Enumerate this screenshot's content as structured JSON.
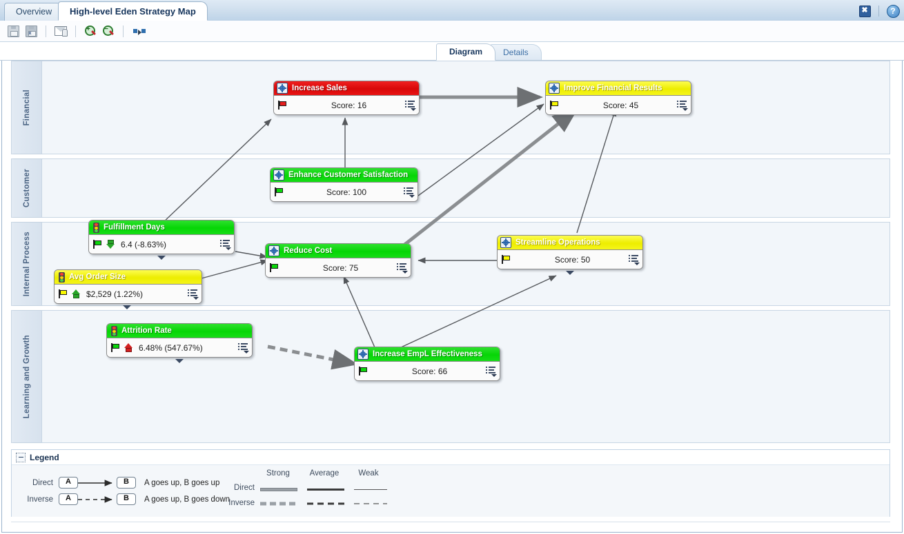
{
  "window": {
    "close_label": "✖",
    "help_label": "?"
  },
  "tabs": [
    {
      "label": "Overview",
      "active": false
    },
    {
      "label": "High-level Eden Strategy Map",
      "active": true
    }
  ],
  "toolbar": {
    "buttons": [
      {
        "name": "save-icon",
        "tooltip": "Save"
      },
      {
        "name": "save-as-icon",
        "tooltip": "Save As"
      },
      {
        "name": "send-mail-icon",
        "tooltip": "Send"
      },
      {
        "name": "zoom-in-icon",
        "tooltip": "Zoom In"
      },
      {
        "name": "zoom-out-icon",
        "tooltip": "Zoom Out"
      },
      {
        "name": "fit-to-window-icon",
        "tooltip": "Fit"
      }
    ]
  },
  "subtabs": [
    {
      "label": "Diagram",
      "active": true
    },
    {
      "label": "Details",
      "active": false
    }
  ],
  "lanes": [
    {
      "label": "Financial"
    },
    {
      "label": "Customer"
    },
    {
      "label": "Internal Process"
    },
    {
      "label": "Learning and Growth"
    }
  ],
  "nodes": [
    {
      "id": "increase-sales",
      "title": "Increase Sales",
      "value": "Score: 16",
      "head_color": "red",
      "head_icon": "objective-icon",
      "status_flag": "red",
      "trend": null,
      "has_caret": false
    },
    {
      "id": "improve-financial-results",
      "title": "Improve Financial Results",
      "value": "Score: 45",
      "head_color": "yellow",
      "head_icon": "objective-icon",
      "status_flag": "yellow",
      "trend": null,
      "has_caret": false
    },
    {
      "id": "enhance-customer-satisfaction",
      "title": "Enhance Customer Satisfaction",
      "value": "Score: 100",
      "head_color": "green",
      "head_icon": "objective-icon",
      "status_flag": "green",
      "trend": null,
      "has_caret": false
    },
    {
      "id": "fulfillment-days",
      "title": "Fulfillment Days",
      "value": "6.4 (-8.63%)",
      "head_color": "green",
      "head_icon": "kpi-traffic-light-icon",
      "status_flag": "green",
      "trend": "down-green",
      "has_caret": true
    },
    {
      "id": "avg-order-size",
      "title": "Avg Order Size",
      "value": "$2,529 (1.22%)",
      "head_color": "yellow",
      "head_icon": "kpi-traffic-light-icon",
      "status_flag": "yellow",
      "trend": "up-green",
      "has_caret": true
    },
    {
      "id": "reduce-cost",
      "title": "Reduce Cost",
      "value": "Score: 75",
      "head_color": "green",
      "head_icon": "objective-icon",
      "status_flag": "green",
      "trend": null,
      "has_caret": false
    },
    {
      "id": "streamline-operations",
      "title": "Streamline Operations",
      "value": "Score: 50",
      "head_color": "yellow",
      "head_icon": "objective-icon",
      "status_flag": "yellow",
      "trend": null,
      "has_caret": false
    },
    {
      "id": "attrition-rate",
      "title": "Attrition Rate",
      "value": "6.48% (547.67%)",
      "head_color": "green",
      "head_icon": "kpi-traffic-light-icon",
      "status_flag": "green",
      "trend": "up-red",
      "has_caret": true
    },
    {
      "id": "increase-empl-effectiveness",
      "title": "Increase EmpL Effectiveness",
      "value": "Score: 66",
      "head_color": "green",
      "head_icon": "objective-icon",
      "status_flag": "green",
      "trend": null,
      "has_caret": false
    }
  ],
  "legend": {
    "title": "Legend",
    "relations": [
      {
        "label": "Direct",
        "chip_a": "A",
        "chip_b": "B",
        "description": "A goes up, B goes up"
      },
      {
        "label": "Inverse",
        "chip_a": "A",
        "chip_b": "B",
        "description": "A goes up, B goes down"
      }
    ],
    "strength_headers": [
      "Strong",
      "Average",
      "Weak"
    ],
    "strength_rows": [
      {
        "label": "Direct"
      },
      {
        "label": "Inverse"
      }
    ]
  },
  "colors": {
    "status_red": "#e01010",
    "status_green": "#0ad60a",
    "status_yellow": "#ededed00",
    "accent_blue": "#2a66ad",
    "lane_bg": "#f2f6fa",
    "lane_header_bg": "#dde7f2",
    "connector": "#55585c"
  }
}
